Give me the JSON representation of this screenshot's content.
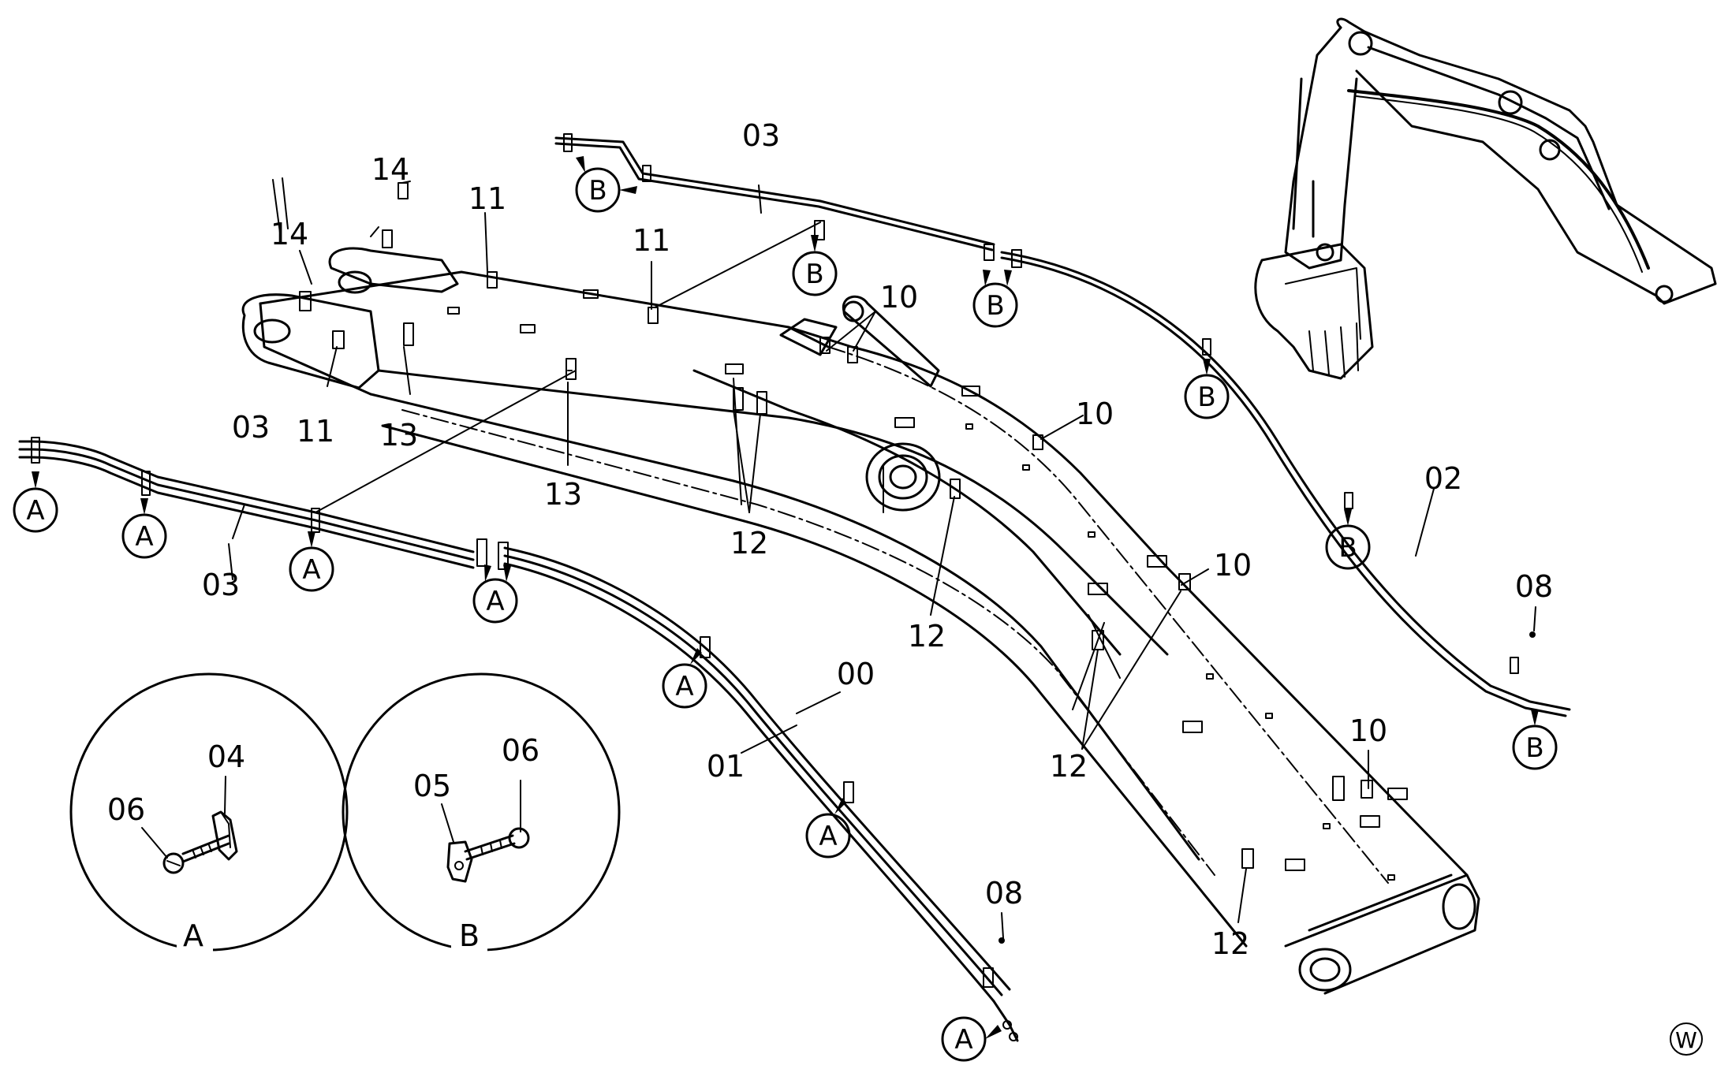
{
  "part_numbers": {
    "p00": "00",
    "p01": "01",
    "p02": "02",
    "p03": "03",
    "p04": "04",
    "p05": "05",
    "p06": "06",
    "p08": "08",
    "p10": "10",
    "p11": "11",
    "p12": "12",
    "p13": "13",
    "p14": "14"
  },
  "markers": {
    "a": "A",
    "b": "B"
  },
  "detail_views": {
    "a": {
      "caption": "A",
      "bracket": "04",
      "bolt": "06"
    },
    "b": {
      "caption": "B",
      "clip": "05",
      "bolt": "06"
    }
  },
  "corner_mark": "W"
}
